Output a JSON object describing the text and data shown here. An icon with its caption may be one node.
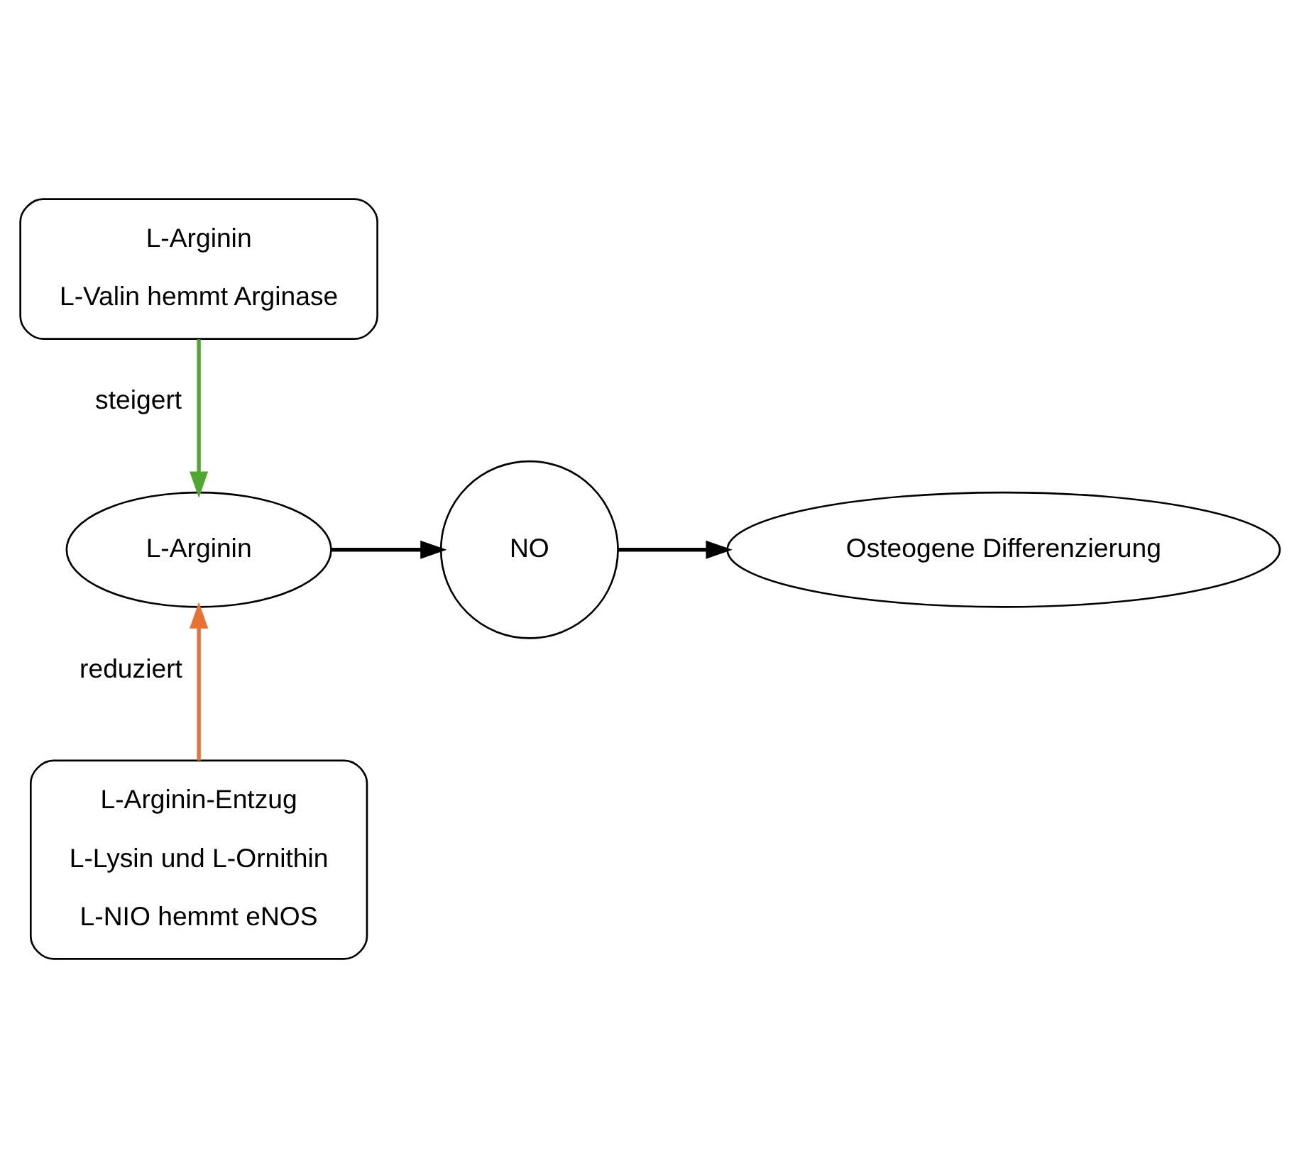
{
  "diagram": {
    "nodes": [
      {
        "text": [
          "L-Arginin",
          "L-Valin hemmt Arginase"
        ]
      },
      {
        "text": [
          "L-Arginin"
        ]
      },
      {
        "text": [
          "NO"
        ]
      },
      {
        "text": [
          "Osteogene Differenzierung"
        ]
      },
      {
        "text": [
          "L-Arginin-Entzug",
          "L-Lysin und L-Ornithin",
          "L-NIO hemmt eNOS"
        ]
      }
    ],
    "edges": [
      {
        "from": 0,
        "to": 1,
        "arrow": "to",
        "label": "steigert",
        "color": "#4ea72e"
      },
      {
        "from": 4,
        "to": 1,
        "arrow": "to",
        "label": "reduziert",
        "color": "#e97132"
      },
      {
        "from": 1,
        "to": 2,
        "arrow": "to"
      },
      {
        "from": 2,
        "to": 3,
        "arrow": "to"
      }
    ]
  }
}
